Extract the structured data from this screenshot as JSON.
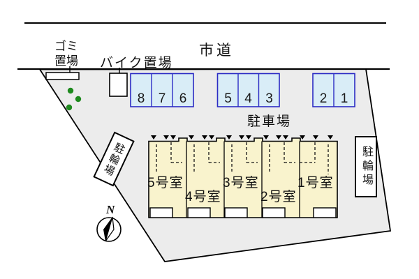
{
  "colors": {
    "site_fill": "#ececec",
    "building_fill": "#f9f3cd",
    "parking_fill": "#d9edf7",
    "parking_border": "#2b2bc4",
    "tree_green": "#1e8a1e"
  },
  "labels": {
    "road": "市道",
    "garbage_line1": "ゴミ",
    "garbage_line2": "置場",
    "bike_parking": "バイク置場",
    "car_parking": "駐車場",
    "bicycle_parking_left": "駐輪場",
    "bicycle_parking_right": "駐輪場",
    "north": "N"
  },
  "parking": {
    "groups": [
      {
        "spaces": [
          "8",
          "7",
          "6"
        ]
      },
      {
        "spaces": [
          "5",
          "4",
          "3"
        ]
      },
      {
        "spaces": [
          "2",
          "1"
        ]
      }
    ]
  },
  "rooms": [
    {
      "label": "5号室"
    },
    {
      "label": "4号室"
    },
    {
      "label": "3号室"
    },
    {
      "label": "2号室"
    },
    {
      "label": "1号室"
    }
  ]
}
